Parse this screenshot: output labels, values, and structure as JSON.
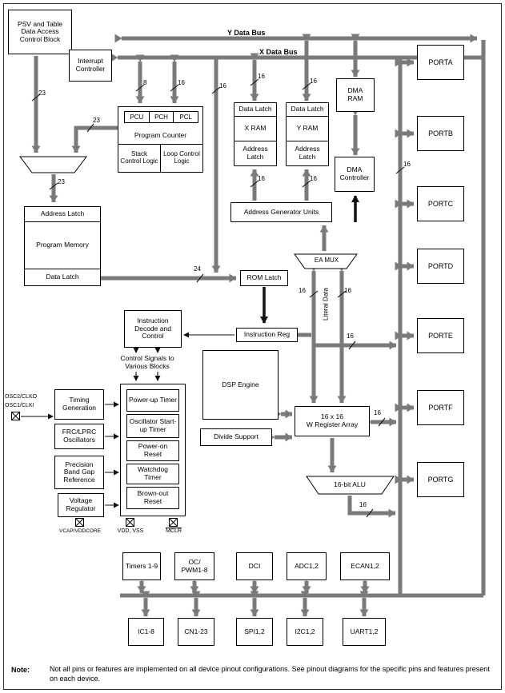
{
  "diagram": {
    "buses": {
      "y": "Y Data Bus",
      "x": "X Data Bus",
      "literal": "Literal Data"
    },
    "blocks": {
      "psv": "PSV and Table Data Access Control Block",
      "interrupt": "Interrupt Controller",
      "pcu": "PCU",
      "pch": "PCH",
      "pcl": "PCL",
      "program_counter": "Program Counter",
      "stack_logic": "Stack Control Logic",
      "loop_logic": "Loop Control Logic",
      "data_latch": "Data Latch",
      "x_ram": "X RAM",
      "y_ram": "Y RAM",
      "address_latch": "Address Latch",
      "dma_ram": "DMA RAM",
      "dma_controller": "DMA Controller",
      "agu": "Address Generator Units",
      "ea_mux": "EA MUX",
      "program_memory": "Program Memory",
      "rom_latch": "ROM Latch",
      "instruction_decode": "Instruction Decode and Control",
      "instruction_reg": "Instruction Reg",
      "control_signals": "Control Signals to Various Blocks",
      "dsp_engine": "DSP Engine",
      "divide_support": "Divide Support",
      "wreg_line1": "16 x 16",
      "wreg_line2": "W Register Array",
      "alu": "16-bit ALU",
      "timing_generation": "Timing Generation",
      "frc_lprc": "FRC/LPRC Oscillators",
      "band_gap": "Precision Band Gap Reference",
      "voltage_regulator": "Voltage Regulator",
      "power_up_timer": "Power-up Timer",
      "ost": "Oscillator Start-up Timer",
      "por": "Power-on Reset",
      "wdt": "Watchdog Timer",
      "bor": "Brown-out Reset"
    },
    "pins": {
      "osc2": "OSC2/CLKO",
      "osc1": "OSC1/CLKI",
      "vcap": "VCAP/VDDCORE",
      "vdd_vss": "VDD, VSS",
      "mclr": "MCLR"
    },
    "ports": [
      "PORTA",
      "PORTB",
      "PORTC",
      "PORTD",
      "PORTE",
      "PORTF",
      "PORTG"
    ],
    "peripherals_top": [
      "Timers 1-9",
      "OC/ PWM1-8",
      "DCI",
      "ADC1,2",
      "ECAN1,2"
    ],
    "peripherals_bottom": [
      "IC1-8",
      "CN1-23",
      "SPI1,2",
      "I2C1,2",
      "UART1,2"
    ],
    "bus_widths": [
      "23",
      "23",
      "23",
      "8",
      "16",
      "16",
      "16",
      "16",
      "16",
      "16",
      "24",
      "16",
      "16",
      "16",
      "16",
      "16",
      "16"
    ],
    "note": {
      "label": "Note:",
      "text": "Not all pins or features are implemented on all device pinout configurations. See pinout diagrams for the specific pins and features present on each device."
    }
  }
}
